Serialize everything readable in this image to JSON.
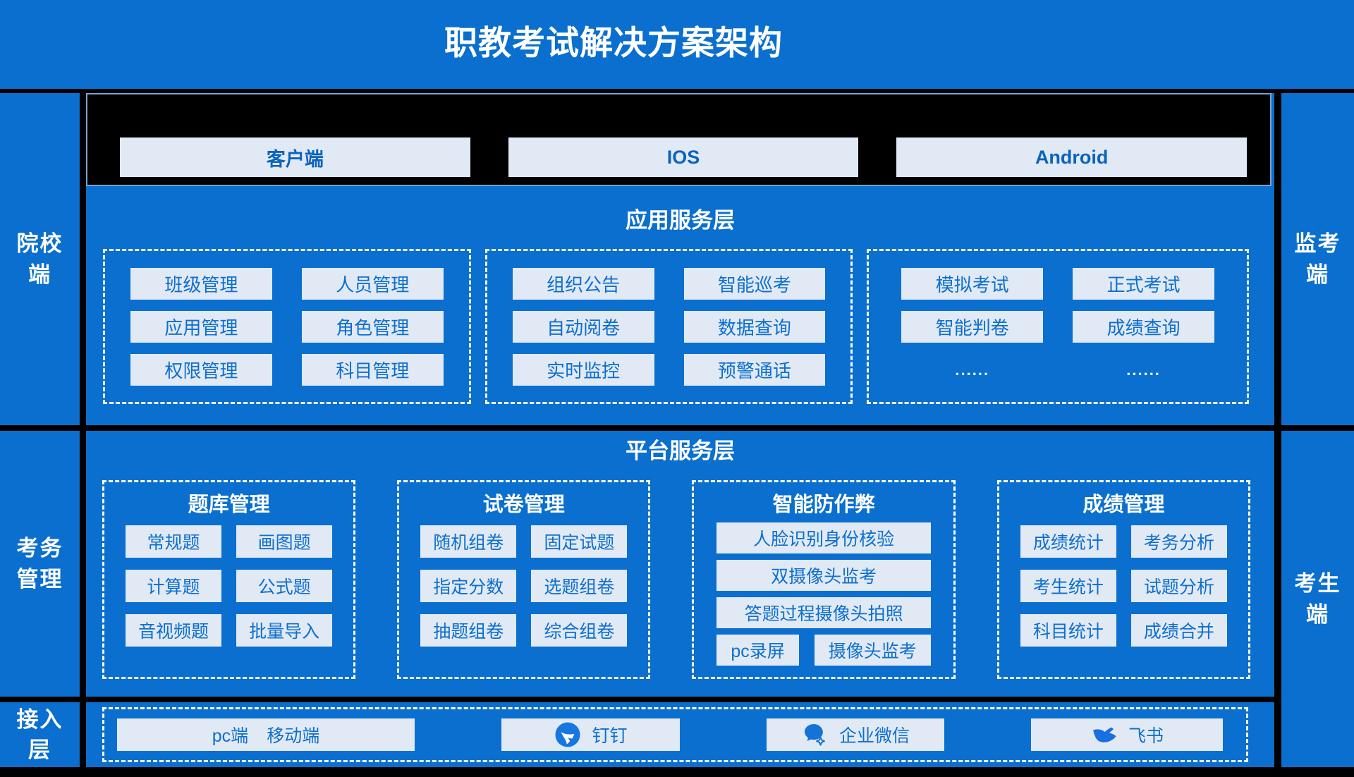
{
  "colors": {
    "bg": "#0a6fce",
    "box": "#e1e9f4",
    "boxtext": "#0d6fd0",
    "darktext": "#0b63bd",
    "steel": "#7ba1cb",
    "black": "#000000",
    "white": "#ffffff"
  },
  "title": "职教考试解决方案架构",
  "sidebars": {
    "left": [
      "院校\n端",
      "考务\n管理",
      "接入\n层"
    ],
    "right": [
      "监考\n端",
      "考生\n端"
    ]
  },
  "platforms": [
    "客户端",
    "IOS",
    "Android"
  ],
  "app": {
    "heading": "应用服务层",
    "g1": [
      "班级管理",
      "人员管理",
      "应用管理",
      "角色管理",
      "权限管理",
      "科目管理"
    ],
    "g2": [
      "组织公告",
      "智能巡考",
      "自动阅卷",
      "数据查询",
      "实时监控",
      "预警通话"
    ],
    "g3": [
      "模拟考试",
      "正式考试",
      "智能判卷",
      "成绩查询",
      "......",
      "......"
    ]
  },
  "plat": {
    "heading": "平台服务层",
    "g1": {
      "title": "题库管理",
      "items": [
        "常规题",
        "画图题",
        "计算题",
        "公式题",
        "音视频题",
        "批量导入"
      ]
    },
    "g2": {
      "title": "试卷管理",
      "items": [
        "随机组卷",
        "固定试题",
        "指定分数",
        "选题组卷",
        "抽题组卷",
        "综合组卷"
      ]
    },
    "g3": {
      "title": "智能防作弊",
      "wide": [
        "人脸识别身份核验",
        "双摄像头监考",
        "答题过程摄像头拍照"
      ],
      "small": [
        "pc录屏",
        "摄像头监考"
      ]
    },
    "g4": {
      "title": "成绩管理",
      "items": [
        "成绩统计",
        "考务分析",
        "考生统计",
        "试题分析",
        "科目统计",
        "成绩合并"
      ]
    }
  },
  "access": {
    "box1": [
      "pc端",
      "移动端"
    ],
    "dingtalk": {
      "label": "钉钉",
      "icon": "dingtalk-icon"
    },
    "wecom": {
      "label": "企业微信",
      "icon": "wecom-icon"
    },
    "feishu": {
      "label": "飞书",
      "icon": "feishu-icon"
    }
  }
}
